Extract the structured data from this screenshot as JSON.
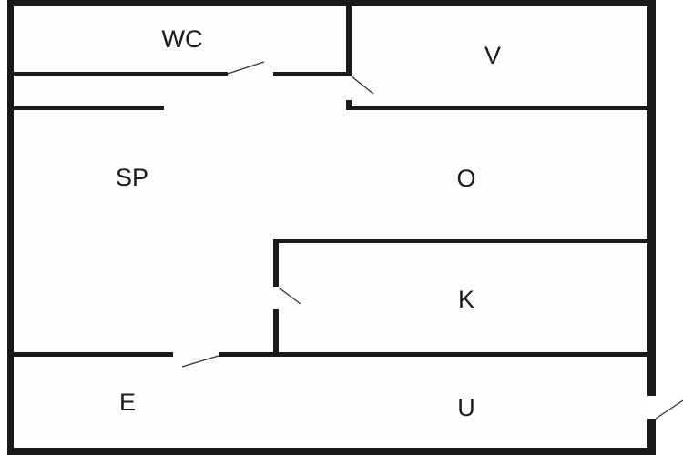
{
  "title": "Floor plan",
  "rooms": {
    "wc": "WC",
    "v": "V",
    "sp": "SP",
    "o": "O",
    "k": "K",
    "e": "E",
    "u": "U"
  },
  "colors": {
    "wall": "#1a1a1a",
    "floor": "#fdfdfd"
  }
}
